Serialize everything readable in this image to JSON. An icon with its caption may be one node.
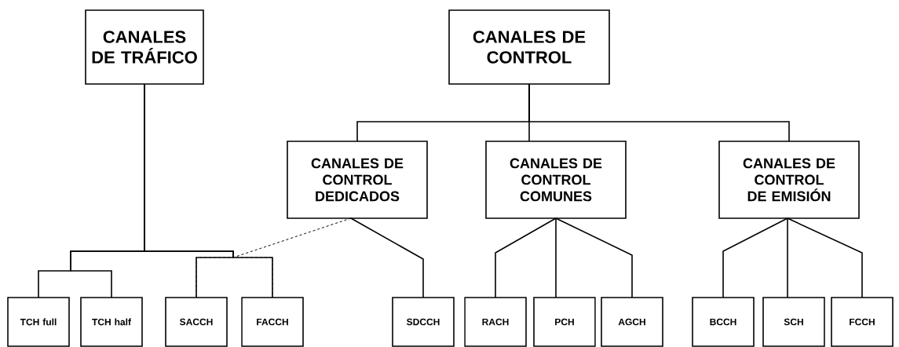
{
  "diagram": {
    "nodes": [
      {
        "text": [
          "CANALES DE TRÁFICO"
        ]
      },
      {
        "text": [
          "CANALES DE CONTROL"
        ]
      },
      {
        "text": [
          "CANALES DE CONTROL DEDICADOS"
        ]
      },
      {
        "text": [
          "CANALES DE CONTROL COMUNES"
        ]
      },
      {
        "text": [
          "CANALES DE CONTROL DE EMISIÓN"
        ]
      },
      {
        "text": [
          "TCH full"
        ]
      },
      {
        "text": [
          "TCH half"
        ]
      },
      {
        "text": [
          "SACCH"
        ]
      },
      {
        "text": [
          "FACCH"
        ]
      },
      {
        "text": [
          "SDCCH"
        ]
      },
      {
        "text": [
          "RACH"
        ]
      },
      {
        "text": [
          "PCH"
        ]
      },
      {
        "text": [
          "AGCH"
        ]
      },
      {
        "text": [
          "BCCH"
        ]
      },
      {
        "text": [
          "SCH"
        ]
      },
      {
        "text": [
          "FCCH"
        ]
      }
    ],
    "edges": [
      {
        "from": 0,
        "to": 5,
        "arrow": "none"
      },
      {
        "from": 0,
        "to": 6,
        "arrow": "none"
      },
      {
        "from": 0,
        "to": 7,
        "arrow": "none"
      },
      {
        "from": 0,
        "to": 8,
        "arrow": "none"
      },
      {
        "from": 1,
        "to": 2,
        "arrow": "none"
      },
      {
        "from": 1,
        "to": 3,
        "arrow": "none"
      },
      {
        "from": 1,
        "to": 4,
        "arrow": "none"
      },
      {
        "from": 2,
        "to": 9,
        "arrow": "none"
      },
      {
        "from": 3,
        "to": 10,
        "arrow": "none"
      },
      {
        "from": 3,
        "to": 11,
        "arrow": "none"
      },
      {
        "from": 3,
        "to": 12,
        "arrow": "none"
      },
      {
        "from": 4,
        "to": 13,
        "arrow": "none"
      },
      {
        "from": 4,
        "to": 14,
        "arrow": "none"
      },
      {
        "from": 4,
        "to": 15,
        "arrow": "none"
      },
      {
        "from": 2,
        "to": 7,
        "arrow": "none",
        "style": "dashed"
      },
      {
        "from": 2,
        "to": 8,
        "arrow": "none",
        "style": "dashed"
      }
    ]
  }
}
